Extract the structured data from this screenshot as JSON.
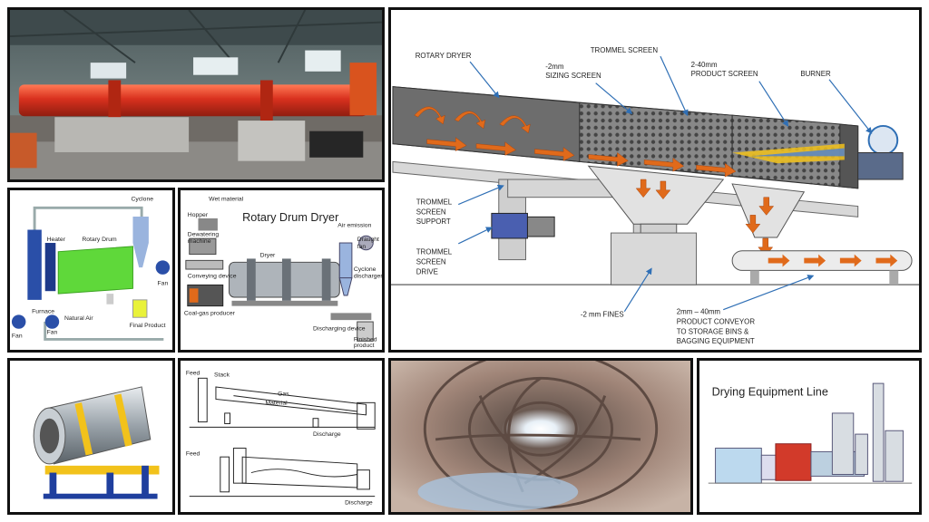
{
  "panels": {
    "factory_photo": {},
    "trommel_diagram": {
      "labels": {
        "rotary_dryer": "ROTARY DRYER",
        "sizing_screen_1": "-2mm",
        "sizing_screen_2": "SIZING SCREEN",
        "trommel_screen": "TROMMEL SCREEN",
        "product_screen_1": "2-40mm",
        "product_screen_2": "PRODUCT SCREEN",
        "burner": "BURNER",
        "support_1": "TROMMEL",
        "support_2": "SCREEN",
        "support_3": "SUPPORT",
        "drive_1": "TROMMEL",
        "drive_2": "SCREEN",
        "drive_3": "DRIVE",
        "fines": "-2 mm FINES",
        "conveyor_1": "2mm – 40mm",
        "conveyor_2": "PRODUCT CONVEYOR",
        "conveyor_3": "TO STORAGE BINS &",
        "conveyor_4": "BAGGING EQUIPMENT"
      }
    },
    "flow_diagram": {
      "labels": {
        "rotary_drum": "Rotary Drum",
        "cyclone": "Cyclone",
        "heater": "Heater",
        "furnace": "Furnace",
        "fan_left": "Fan",
        "fan_left2": "Fan",
        "fan_right": "Fan",
        "natural_air": "Natural Air",
        "final_product": "Final Product"
      }
    },
    "rotary_drum_dryer": {
      "title": "Rotary Drum Dryer",
      "labels": {
        "wet_material": "Wet material",
        "hopper": "Hopper",
        "dewatering_1": "Dewatering",
        "dewatering_2": "machine",
        "conveying": "Conveying device",
        "dryer": "Dryer",
        "coal_gas": "Coal-gas producer",
        "air_emission": "Air emission",
        "draught_1": "Draught",
        "draught_2": "fan",
        "cyclone_1": "Cyclone",
        "cyclone_2": "discharger",
        "discharging": "Discharging device",
        "finished_1": "Finished",
        "finished_2": "product"
      }
    },
    "drum_render": {},
    "line_drawing": {
      "labels": {
        "feed_top": "Feed",
        "stack": "Stack",
        "gas": "Gas",
        "material": "Material",
        "discharge_top": "Discharge",
        "feed_bottom": "Feed",
        "discharge_bottom": "Discharge"
      }
    },
    "drum_interior": {},
    "drying_line": {
      "title": "Drying Equipment Line"
    }
  },
  "colors": {
    "drum_red": "#d9311e",
    "arrow_orange": "#e06a1b",
    "drum_green": "#5fd83a",
    "diagram_blue": "#2a4fa8",
    "callout_blue": "#2f6fb5",
    "frame": "#111111"
  }
}
